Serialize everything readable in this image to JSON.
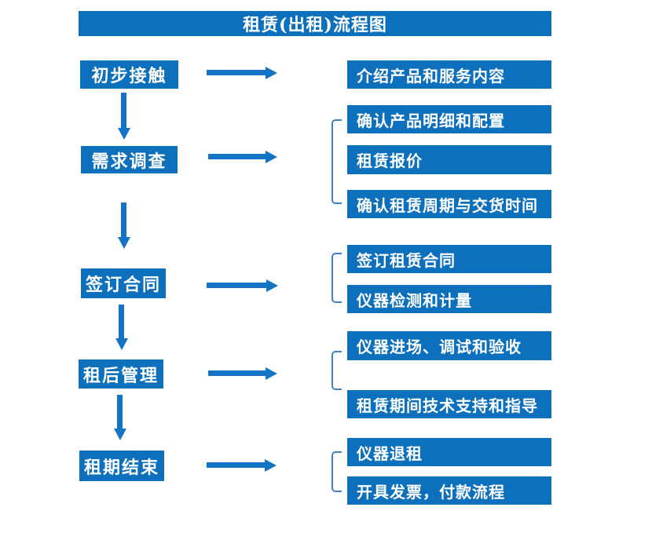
{
  "title": "租赁(出租)流程图",
  "colors": {
    "box_blue": "#0d70bc",
    "arrow_blue": "#1373c5",
    "bracket_blue": "#4080c4",
    "text_white": "#ffffff"
  },
  "flow": [
    {
      "step": "初步接触",
      "details": [
        "介绍产品和服务内容"
      ]
    },
    {
      "step": "需求调查",
      "details": [
        "确认产品明细和配置",
        "租赁报价",
        "确认租赁周期与交货时间"
      ]
    },
    {
      "step": "签订合同",
      "details": [
        "签订租赁合同",
        "仪器检测和计量"
      ]
    },
    {
      "step": "租后管理",
      "details": [
        "仪器进场、调试和验收",
        "租赁期间技术支持和指导"
      ]
    },
    {
      "step": "租期结束",
      "details": [
        "仪器退租",
        "开具发票，付款流程"
      ]
    }
  ]
}
